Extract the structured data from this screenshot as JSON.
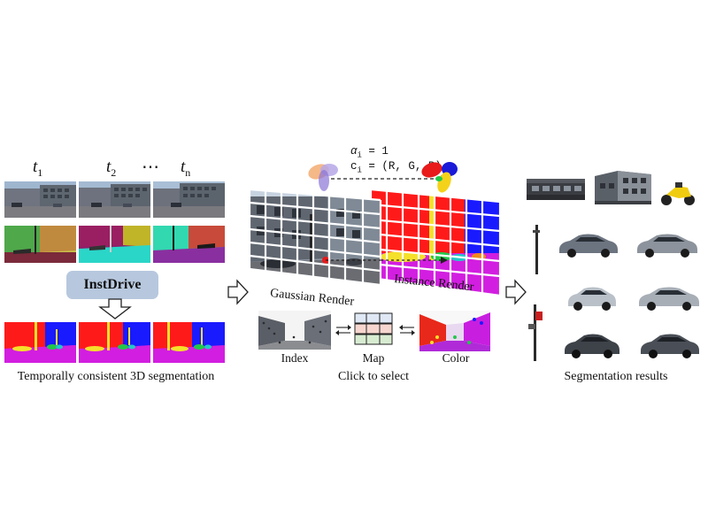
{
  "left_panel": {
    "time_labels": [
      {
        "base": "t",
        "sub": "1"
      },
      {
        "base": "t",
        "sub": "2"
      },
      {
        "base": "t",
        "sub": "n"
      }
    ],
    "ellipsis": "⋯",
    "method_name": "InstDrive",
    "caption": "Temporally consistent 3D segmentation"
  },
  "middle_panel": {
    "gaussian_render_label": "Gaussian Render",
    "instance_render_label": "Instance Render",
    "alpha_eq": "α",
    "alpha_sub": "i",
    "alpha_val": " = 1",
    "color_eq": "c",
    "color_sub": "i",
    "color_val": " = (R, G, B)",
    "index_label": "Index",
    "map_label": "Map",
    "color_label": "Color",
    "caption": "Click to select"
  },
  "right_panel": {
    "caption": "Segmentation results"
  },
  "colors": {
    "seg_red": "#ff1a1a",
    "seg_blue": "#1a1aff",
    "seg_magenta": "#d21ee0",
    "seg_yellow": "#f5e02a",
    "seg_green": "#22c84a",
    "instdrive_box": "#b7c8de"
  }
}
